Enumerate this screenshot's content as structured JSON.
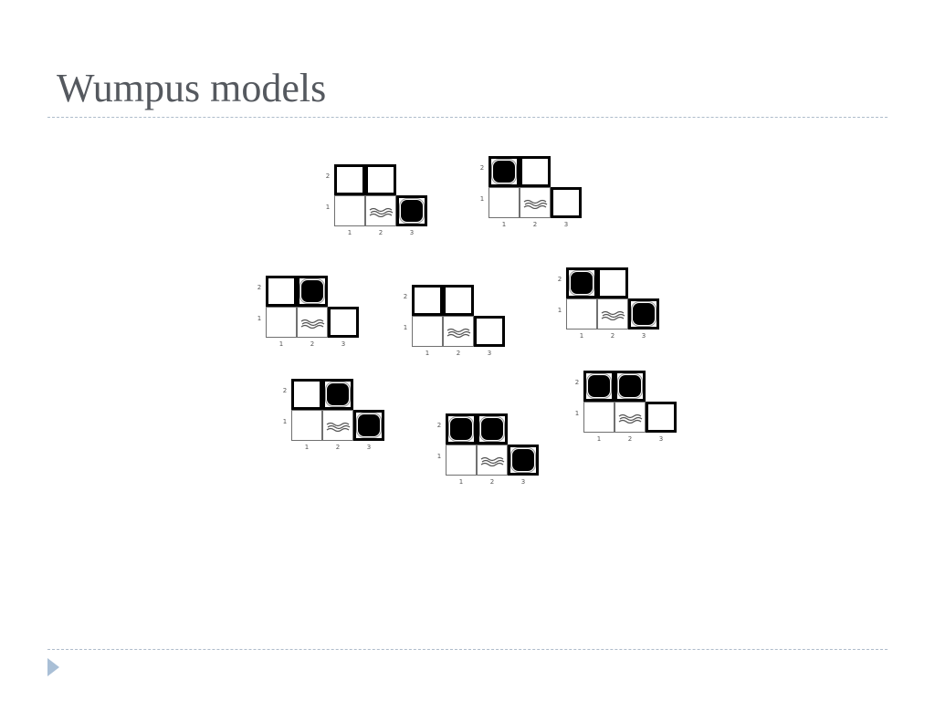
{
  "slide": {
    "title": "Wumpus models"
  },
  "grid": {
    "row_labels": [
      "1",
      "2"
    ],
    "col_labels": [
      "1",
      "2",
      "3"
    ],
    "breeze_square": "[2,1]",
    "candidate_squares": [
      "[1,2]",
      "[2,2]",
      "[3,1]"
    ]
  },
  "models": [
    {
      "pits": {
        "1,2": false,
        "2,2": false,
        "3,1": true
      }
    },
    {
      "pits": {
        "1,2": true,
        "2,2": false,
        "3,1": false
      }
    },
    {
      "pits": {
        "1,2": false,
        "2,2": true,
        "3,1": false
      }
    },
    {
      "pits": {
        "1,2": false,
        "2,2": false,
        "3,1": false
      }
    },
    {
      "pits": {
        "1,2": true,
        "2,2": false,
        "3,1": true
      }
    },
    {
      "pits": {
        "1,2": false,
        "2,2": true,
        "3,1": true
      }
    },
    {
      "pits": {
        "1,2": true,
        "2,2": true,
        "3,1": true
      }
    },
    {
      "pits": {
        "1,2": true,
        "2,2": true,
        "3,1": false
      }
    }
  ],
  "colors": {
    "title": "#55595f",
    "rule": "#aebccb",
    "nav_icon": "#a9bfd6",
    "pit": "#000000",
    "heavy_border": "#000000"
  }
}
